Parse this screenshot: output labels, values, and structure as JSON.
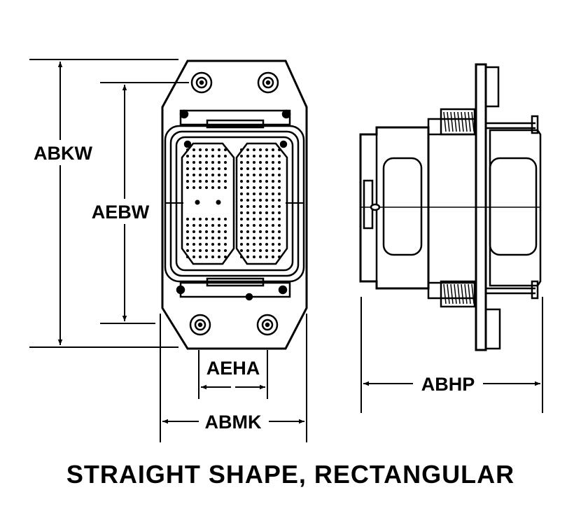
{
  "dimensions": {
    "abkw": "ABKW",
    "aebw": "AEBW",
    "aeha": "AEHA",
    "abmk": "ABMK",
    "abhp": "ABHP"
  },
  "caption": "STRAIGHT SHAPE, RECTANGULAR",
  "colors": {
    "ink": "#000000",
    "paper": "#ffffff"
  }
}
